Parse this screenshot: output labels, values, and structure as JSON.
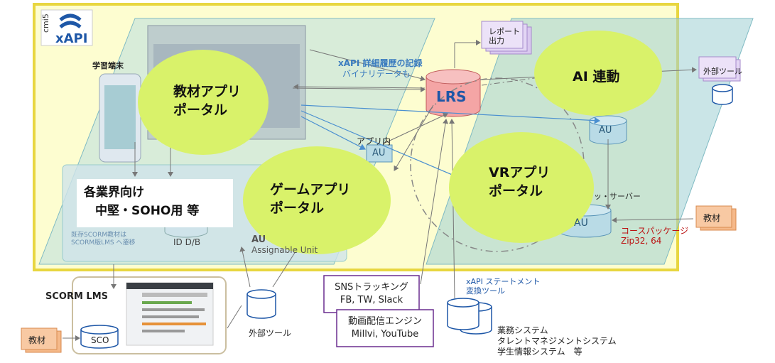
{
  "logo": {
    "cmi": "cmi5",
    "xapi": "xAPI"
  },
  "bubbles": {
    "kyozai": [
      "教材アプリ",
      "ポータル"
    ],
    "game": [
      "ゲームアプリ",
      "ポータル"
    ],
    "vr": [
      "VRアプリ",
      "ポータル"
    ],
    "ai": "AI 連動"
  },
  "labels": {
    "terminal": "学習端末",
    "xapi_detail": [
      "xAPI 詳細履歴の記録",
      "バイナリデータも"
    ],
    "report": [
      "レポート",
      "出力"
    ],
    "lrs": "LRS",
    "app_inside": "アプリ内",
    "au": "AU",
    "au_title": "AU",
    "au_sub": "Assignable Unit",
    "ext_tool_right": "外部ツール",
    "ext_tool_bottom": "外部ツール",
    "content_server": "ッ・サーバー",
    "course_pkg": [
      "コースパッケージ",
      "Zip32, 64"
    ],
    "kyozai": "教材",
    "industry": [
      "各業界向け",
      "中堅・SOHO用 等"
    ],
    "id_db": "ID D/B",
    "scorm_migrate": [
      "既存SCORM教材は",
      "SCORM版LMS へ遷移"
    ],
    "scorm_lms": "SCORM LMS",
    "sco": "SCO",
    "sns": [
      "SNSトラッキング",
      "FB, TW, Slack"
    ],
    "video": [
      "動画配信エンジン",
      "Millvi, YouTube"
    ],
    "xapi_conv": [
      "xAPI ステートメント",
      "変換ツール"
    ],
    "business": [
      "業務システム",
      "タレントマネジメントシステム",
      "学生情報システム　等"
    ]
  },
  "colors": {
    "yellow_bg": "#fdfdd0",
    "bubble": "#d9f26a",
    "teal_panel": "#a8d4d8",
    "lrs": "#f4a5a5",
    "purple_border": "#6a2d8f",
    "orange_stack": "#f5b98a",
    "lavender_stack": "#d9c8ef"
  }
}
